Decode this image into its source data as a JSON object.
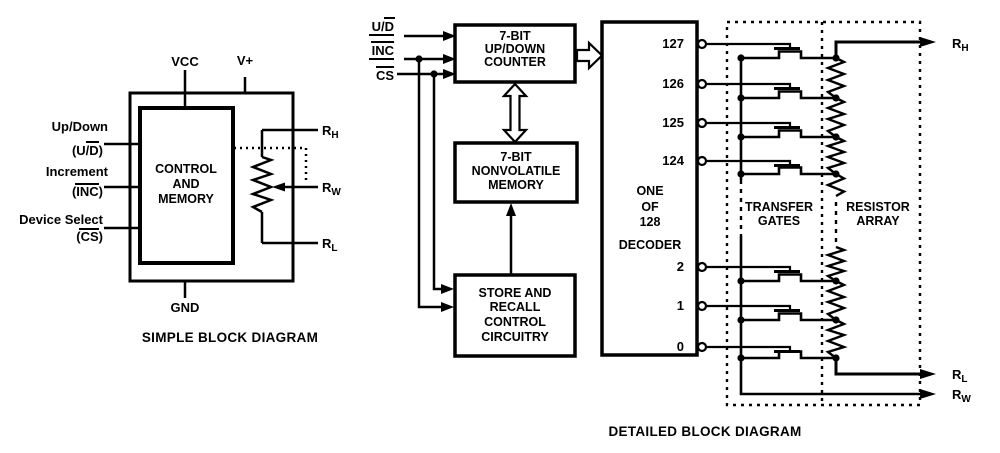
{
  "colors": {
    "ink": "#000000",
    "bg": "#ffffff"
  },
  "simple": {
    "caption": "SIMPLE BLOCK DIAGRAM",
    "pins": {
      "vcc": "VCC",
      "vplus": "V+",
      "gnd": "GND"
    },
    "inputs": [
      {
        "name": "Up/Down",
        "abbr": "(U/D)"
      },
      {
        "name": "Increment",
        "abbr": "(INC)"
      },
      {
        "name": "Device Select",
        "abbr": "(CS)"
      }
    ],
    "core": {
      "lines": [
        "CONTROL",
        "AND",
        "MEMORY"
      ]
    },
    "terminals": {
      "rh": {
        "base": "R",
        "sub": "H"
      },
      "rw": {
        "base": "R",
        "sub": "W"
      },
      "rl": {
        "base": "R",
        "sub": "L"
      }
    }
  },
  "detailed": {
    "caption": "DETAILED BLOCK DIAGRAM",
    "inputs": [
      {
        "label": "U/D"
      },
      {
        "label": "INC"
      },
      {
        "label": "CS"
      }
    ],
    "counter": {
      "lines": [
        "7-BIT",
        "UP/DOWN",
        "COUNTER"
      ]
    },
    "memory": {
      "lines": [
        "7-BIT",
        "NONVOLATILE",
        "MEMORY"
      ]
    },
    "store": {
      "lines": [
        "STORE AND",
        "RECALL",
        "CONTROL",
        "CIRCUITRY"
      ]
    },
    "decoder": {
      "lines": [
        "ONE",
        "OF",
        "128",
        "DECODER"
      ],
      "outputs": [
        "127",
        "126",
        "125",
        "124",
        "2",
        "1",
        "0"
      ]
    },
    "gates_label": {
      "lines": [
        "TRANSFER",
        "GATES"
      ]
    },
    "array_label": {
      "lines": [
        "RESISTOR",
        "ARRAY"
      ]
    },
    "terminals": {
      "rh": {
        "base": "R",
        "sub": "H"
      },
      "rl": {
        "base": "R",
        "sub": "L"
      },
      "rw": {
        "base": "R",
        "sub": "W"
      }
    }
  }
}
